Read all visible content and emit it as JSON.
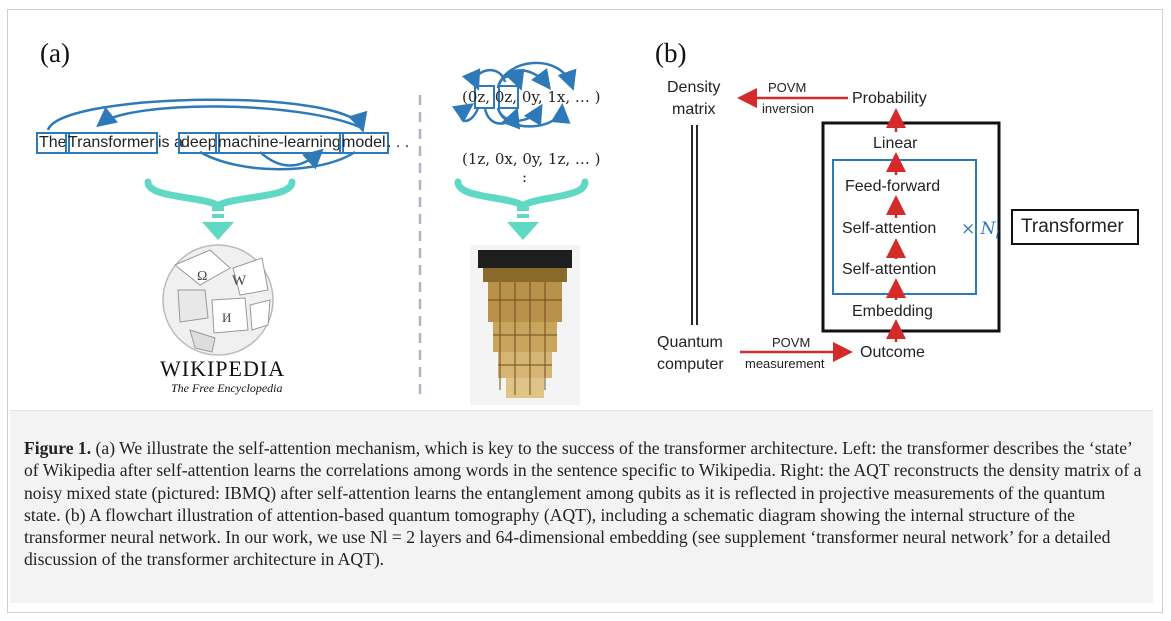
{
  "panel_a": {
    "label": "(a)",
    "sentence": [
      {
        "text": "The",
        "boxed": true
      },
      {
        "text": "Transformer",
        "boxed": true
      },
      {
        "text": "is a",
        "boxed": false
      },
      {
        "text": "deep",
        "boxed": true
      },
      {
        "text": "machine-learning",
        "boxed": true
      },
      {
        "text": "model",
        "boxed": true
      },
      {
        "text": ". . .",
        "boxed": false
      }
    ],
    "wiki_wordmark": "WIKIPEDIA",
    "wiki_tagline": "The Free Encyclopedia",
    "qubit_row1": "(0z, 0z, 0y, 1x, … )",
    "qubit_row2": "(1z, 0x, 0y, 1z, … )",
    "qubit_dots": ":"
  },
  "panel_b": {
    "label": "(b)",
    "density_matrix": [
      "Density",
      "matrix"
    ],
    "povm_inversion": [
      "POVM",
      "inversion"
    ],
    "probability": "Probability",
    "linear": "Linear",
    "feed_forward": "Feed-forward",
    "self_attention_1": "Self-attention",
    "self_attention_2": "Self-attention",
    "embedding": "Embedding",
    "multiplier": "× N",
    "multiplier_sub": "l",
    "transformer": "Transformer",
    "quantum_computer": [
      "Quantum",
      "computer"
    ],
    "povm_measurement": [
      "POVM",
      "measurement"
    ],
    "outcome": "Outcome"
  },
  "caption": {
    "label": "Figure 1.",
    "text": "(a) We illustrate the self-attention mechanism, which is key to the success of the transformer architecture. Left: the transformer describes the ‘state’ of Wikipedia after self-attention learns the correlations among words in the sentence specific to Wikipedia. Right: the AQT reconstructs the density matrix of a noisy mixed state (pictured: IBMQ) after self-attention learns the entanglement among qubits as it is reflected in projective measurements of the quantum state. (b) A flowchart illustration of attention-based quantum tomography (AQT), including a schematic diagram showing the internal structure of the transformer neural network. In our work, we use Nl = 2 layers and 64-dimensional embedding (see supplement ‘transformer neural network’ for a detailed discussion of the transformer architecture in AQT)."
  },
  "colors": {
    "blue": "#2e7ab8",
    "teal": "#5fd9c4",
    "red": "#d42a2a",
    "dashed": "#a9b7c4"
  }
}
